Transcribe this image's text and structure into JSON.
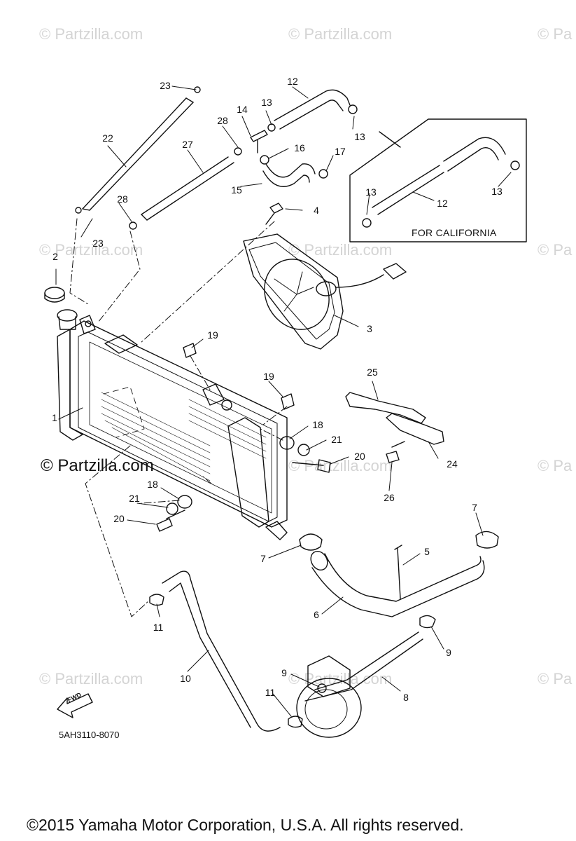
{
  "watermarks": {
    "text": "© Partzilla.com",
    "text_cut": "© Pa"
  },
  "main_watermark": "© Partzilla.com",
  "california_box_label": "FOR CALIFORNIA",
  "part_code": "5AH3110-8070",
  "fwd_label": "FWD",
  "copyright": "©2015 Yamaha Motor Corporation, U.S.A. All rights reserved.",
  "callouts": {
    "c1": "1",
    "c2": "2",
    "c3": "3",
    "c4": "4",
    "c5": "5",
    "c6": "6",
    "c7a": "7",
    "c7b": "7",
    "c8": "8",
    "c9a": "9",
    "c9b": "9",
    "c10": "10",
    "c11a": "11",
    "c11b": "11",
    "c12a": "12",
    "c12b": "12",
    "c13a": "13",
    "c13b": "13",
    "c13c": "13",
    "c13d": "13",
    "c14": "14",
    "c15": "15",
    "c16": "16",
    "c17": "17",
    "c18a": "18",
    "c18b": "18",
    "c19a": "19",
    "c19b": "19",
    "c20a": "20",
    "c20b": "20",
    "c21a": "21",
    "c21b": "21",
    "c22": "22",
    "c23a": "23",
    "c23b": "23",
    "c24": "24",
    "c25": "25",
    "c26": "26",
    "c27": "27",
    "c28a": "28",
    "c28b": "28"
  }
}
